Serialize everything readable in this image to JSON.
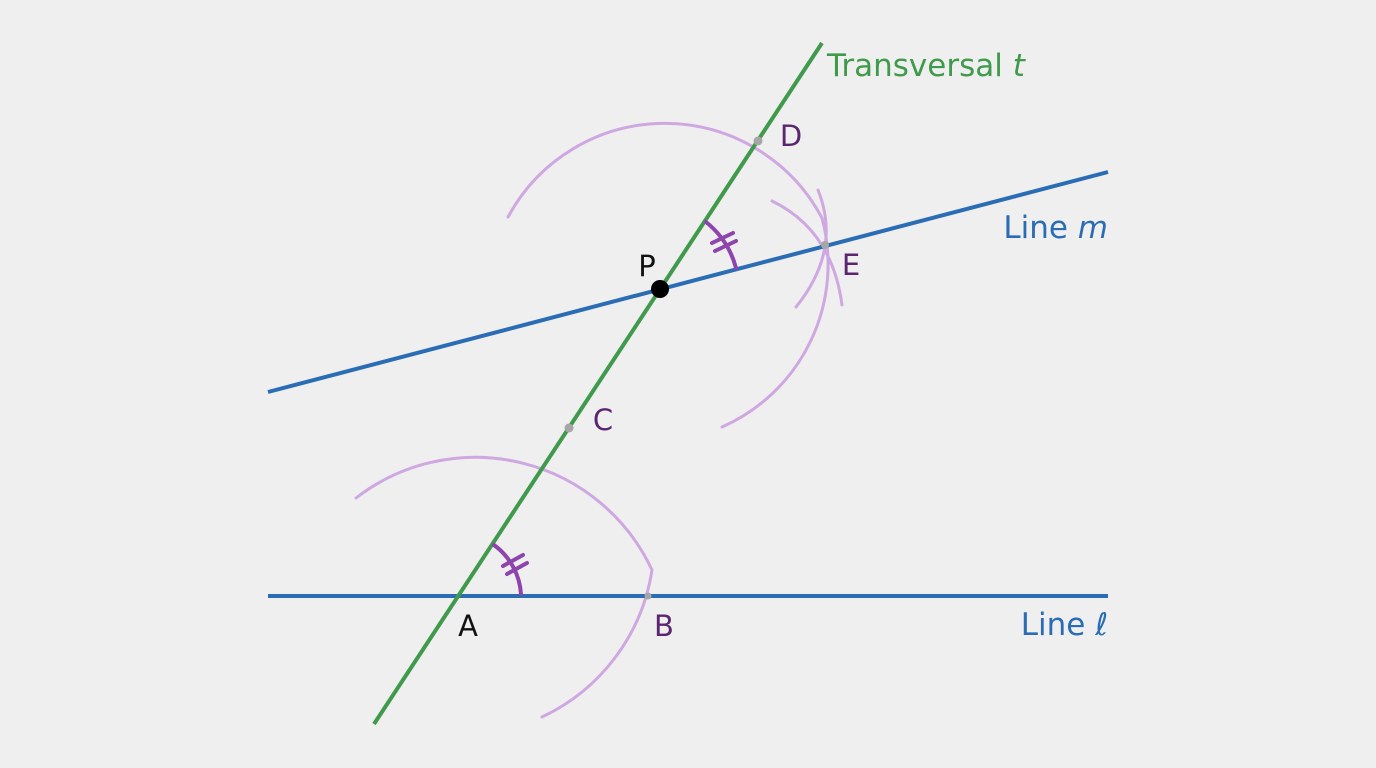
{
  "colors": {
    "background": "#efefef",
    "parallel_lines": "#2a6db5",
    "transversal": "#3f9a4b",
    "construction_arc": "#cfa8e2",
    "angle_mark": "#8e44ad",
    "point_label": "#5a2670",
    "point_P": "#000000",
    "intersection_dot": "#a6a6a6"
  },
  "labels": {
    "transversal_prefix": "Transversal ",
    "transversal_var": "t",
    "line_m_prefix": "Line ",
    "line_m_var": "m",
    "line_l_prefix": "Line ",
    "line_l_var": "ℓ",
    "point_A": "A",
    "point_B": "B",
    "point_C": "C",
    "point_D": "D",
    "point_E": "E",
    "point_P": "P"
  }
}
